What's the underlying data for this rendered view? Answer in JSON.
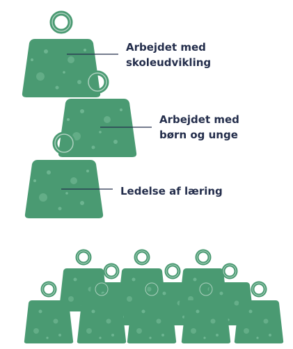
{
  "labels": {
    "weight_1": {
      "line1": "Arbejdet med",
      "line2": "skoleudvikling"
    },
    "weight_2": {
      "line1": "Arbejdet med",
      "line2": "børn og unge"
    },
    "weight_3": {
      "line1": "Ledelse af læring"
    }
  },
  "colors": {
    "weight_fill": "#4a9a72",
    "weight_speckle": "#7bbf9c",
    "ring_stroke": "#2f7a55",
    "label_text": "#232d4b",
    "leader_line": "#232d4b",
    "background": "#ffffff"
  }
}
